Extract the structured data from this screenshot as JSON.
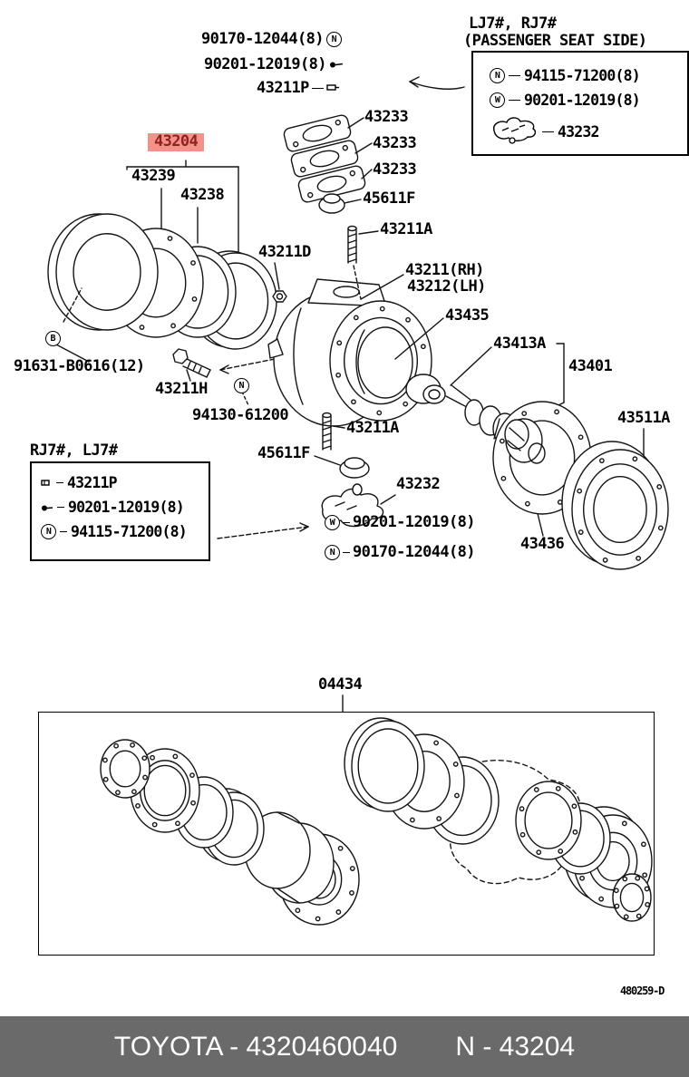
{
  "colors": {
    "highlight_bg": "#f5918b",
    "highlight_text": "#8f221c",
    "footer_bg": "#6a6a6a",
    "footer_text": "#ffffff",
    "line_art": "#141414"
  },
  "top_labels": {
    "nut": {
      "text": "90170-12044(8)",
      "badge": "N"
    },
    "washer": {
      "text": "90201-12019(8)"
    },
    "hose_clip": {
      "text": "43211P"
    }
  },
  "passenger_box": {
    "title1": "LJ7#, RJ7#",
    "title2": "(PASSENGER SEAT SIDE)",
    "rows": [
      {
        "badge": "N",
        "text": "94115-71200(8)"
      },
      {
        "badge": "W",
        "text": "90201-12019(8)"
      },
      {
        "text": "43232"
      }
    ]
  },
  "driver_box": {
    "title": "RJ7#, LJ7#",
    "rows": [
      {
        "text": "43211P"
      },
      {
        "text": "90201-12019(8)"
      },
      {
        "badge": "N",
        "text": "94115-71200(8)"
      }
    ]
  },
  "labels": {
    "gasket_1": "43233",
    "gasket_2": "43233",
    "gasket_3": "43233",
    "cap_top": "45611F",
    "stud_top": "43211A",
    "seal_kit": "43204",
    "oil_seal": "43239",
    "felt_seal": "43238",
    "bolt_d": "43211D",
    "knuckle_rh": "43211(RH)",
    "knuckle_lh": "43212(LH)",
    "gasket_knuckle": "43435",
    "spacer": "43413A",
    "shaft_assembly": "43401",
    "dust_cover": "43511A",
    "badge_b": "B",
    "hub_bolt": "91631-B0616(12)",
    "knuckle_bolt": "43211H",
    "badge_n_mid": "N",
    "lock_nut": "94130-61200",
    "stud_mid": "43211A",
    "cap_low": "45611F",
    "spindle": "43232",
    "washer_low_badge": "W",
    "washer_low": "90201-12019(8)",
    "nut_low_badge": "N",
    "nut_low": "90170-12044(8)",
    "flange": "43436",
    "overhaul_kit": "04434"
  },
  "doc_number": "480259-D",
  "footer": {
    "brand_part": "TOYOTA - 4320460040",
    "catalog_code": "N - 43204"
  }
}
